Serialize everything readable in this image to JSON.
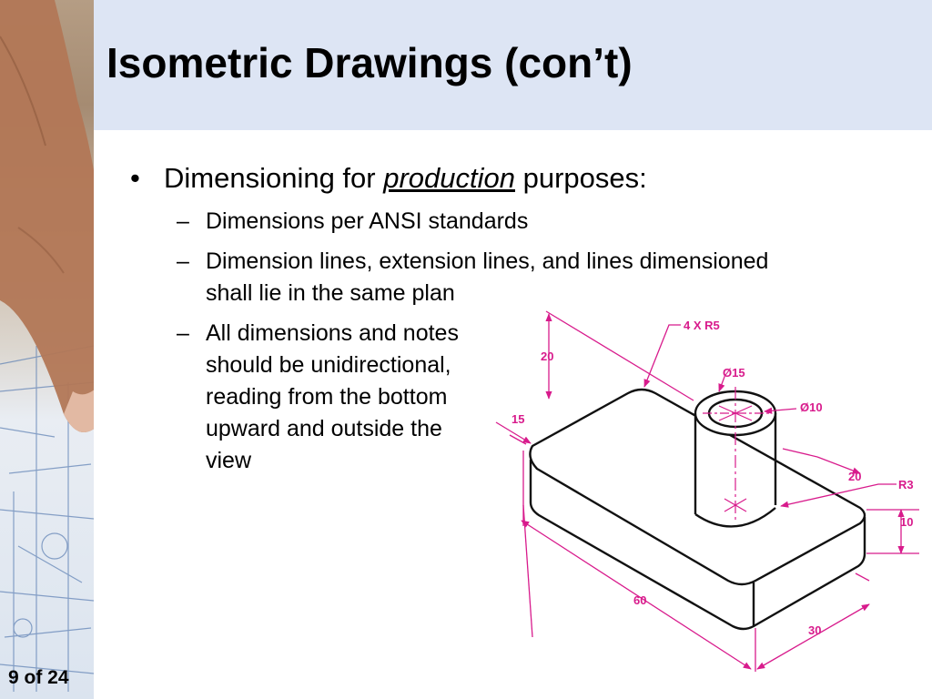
{
  "slide": {
    "title": "Isometric Drawings (con’t)",
    "page_number": "9 of 24"
  },
  "bullets": {
    "main": {
      "marker": "•",
      "prefix": "Dimensioning for ",
      "emphasis": "production",
      "suffix": " purposes:"
    },
    "sub_marker": "–",
    "sub1": "Dimensions per ANSI standards",
    "sub2": [
      "Dimension lines, extension lines, and lines dimensioned",
      "shall lie in the same plan"
    ],
    "sub3": [
      "All dimensions and notes",
      "should be unidirectional,",
      "reading from the bottom",
      "upward and outside the",
      "view"
    ]
  },
  "drawing": {
    "dimension_color": "#d81b8c",
    "labels": {
      "radius_note": "4 X R5",
      "dia_outer": "Ø15",
      "dia_inner": "Ø10",
      "height_20": "20",
      "offset_15": "15",
      "offset_20": "20",
      "radius_r3": "R3",
      "thickness_10": "10",
      "length_60": "60",
      "width_30": "30"
    }
  }
}
